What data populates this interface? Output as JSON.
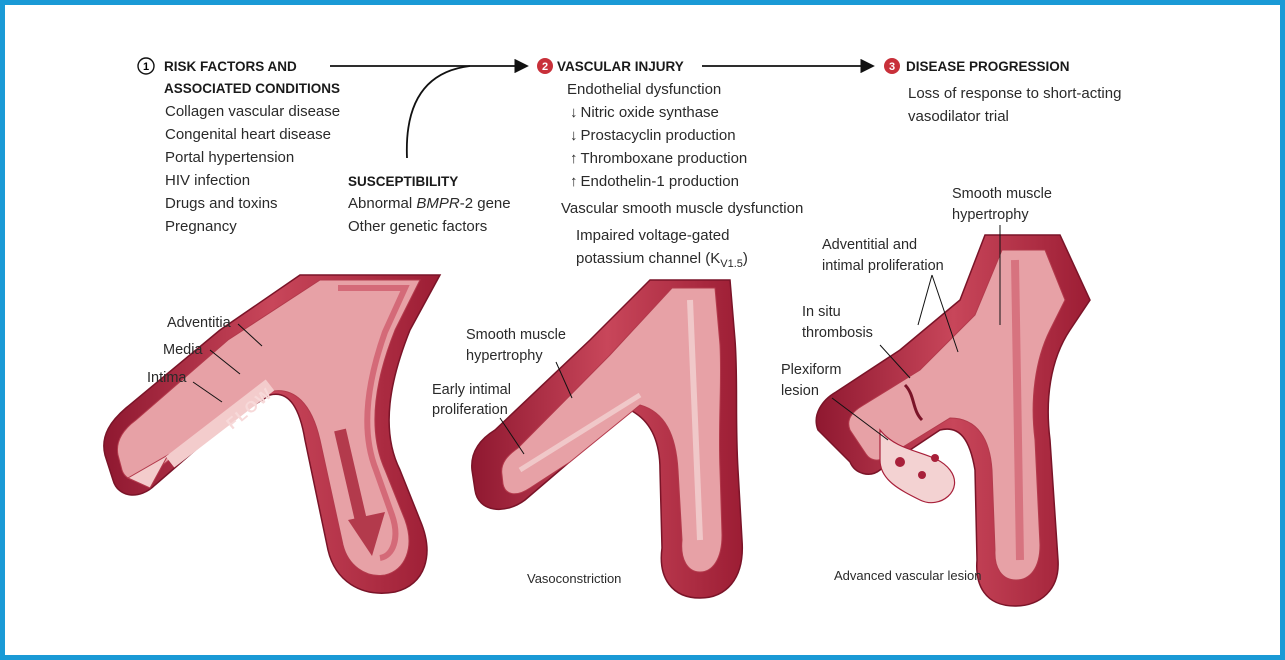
{
  "colors": {
    "frame": "#1a9ad6",
    "vessel_dark": "#a8203a",
    "vessel_mid": "#c8465a",
    "vessel_light": "#e7a1a6",
    "badge": "#c8303a"
  },
  "step1": {
    "number": "1",
    "title_line1": "RISK FACTORS AND",
    "title_line2": "ASSOCIATED CONDITIONS",
    "items": [
      "Collagen vascular disease",
      "Congenital heart disease",
      "Portal hypertension",
      "HIV infection",
      "Drugs and toxins",
      "Pregnancy"
    ]
  },
  "susceptibility": {
    "title": "SUSCEPTIBILITY",
    "line1_prefix": "Abnormal ",
    "line1_gene": "BMPR",
    "line1_suffix": "-2 gene",
    "line2": "Other genetic factors"
  },
  "step2": {
    "number": "2",
    "title": "VASCULAR INJURY",
    "endothelial": "Endothelial dysfunction",
    "markers": [
      {
        "arrow": "↓",
        "text": "Nitric oxide synthase"
      },
      {
        "arrow": "↓",
        "text": "Prostacyclin production"
      },
      {
        "arrow": "↑",
        "text": "Thromboxane production"
      },
      {
        "arrow": "↑",
        "text": "Endothelin-1 production"
      }
    ],
    "smooth_muscle": "Vascular smooth muscle dysfunction",
    "channel_line1": "Impaired voltage-gated",
    "channel_line2": "potassium channel (K",
    "channel_sub": "V1.5",
    "channel_close": ")"
  },
  "step3": {
    "number": "3",
    "title": "DISEASE PROGRESSION",
    "line1": "Loss of response to short-acting",
    "line2": "vasodilator trial"
  },
  "panel1": {
    "adventitia": "Adventitia",
    "media": "Media",
    "intima": "Intima",
    "flow": "FLOW"
  },
  "panel2": {
    "smh1": "Smooth muscle",
    "smh2": "hypertrophy",
    "eip1": "Early intimal",
    "eip2": "proliferation",
    "caption": "Vasoconstriction"
  },
  "panel3": {
    "smh1": "Smooth muscle",
    "smh2": "hypertrophy",
    "aip1": "Adventitial and",
    "aip2": "intimal proliferation",
    "ist1": "In situ",
    "ist2": "thrombosis",
    "plx1": "Plexiform",
    "plx2": "lesion",
    "caption": "Advanced vascular lesion"
  }
}
